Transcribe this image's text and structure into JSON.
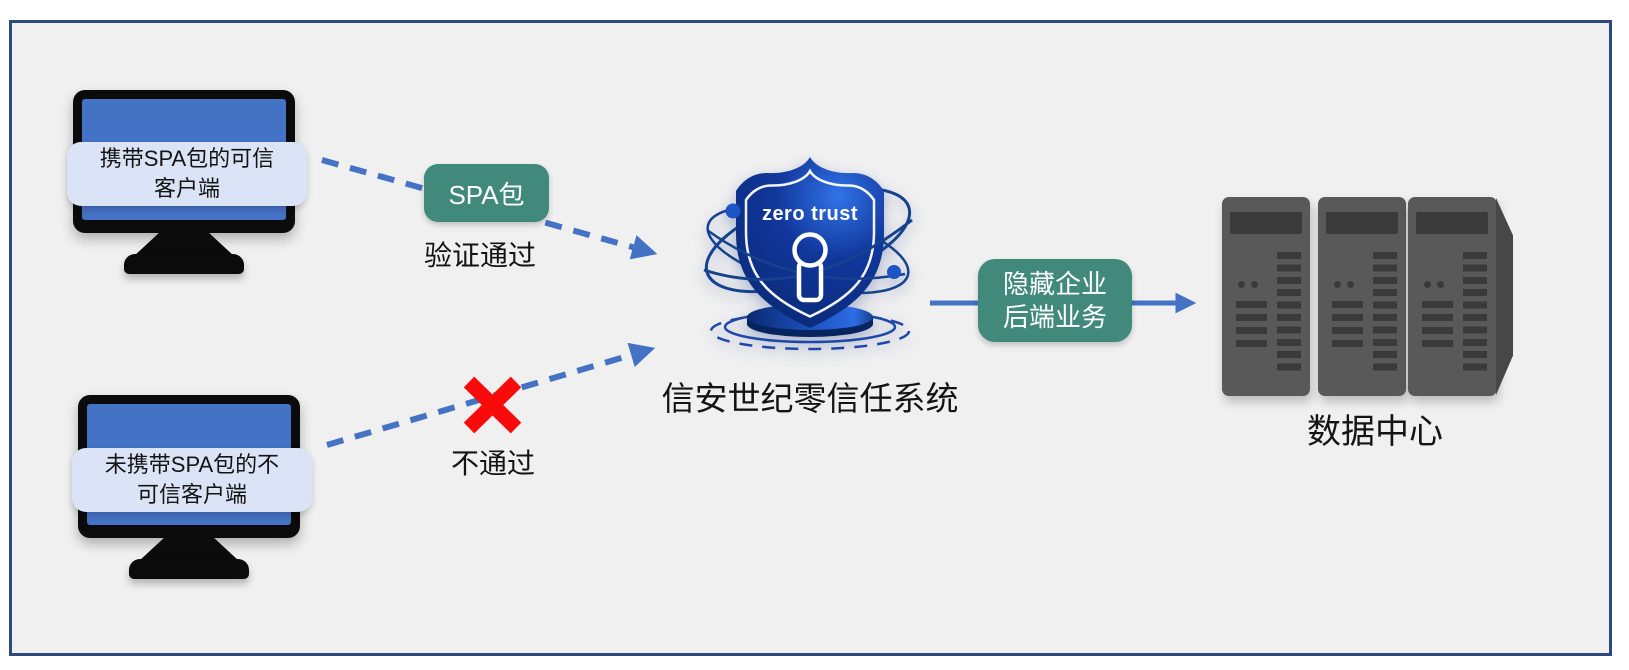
{
  "diagram": {
    "trusted_client": {
      "label_line1": "携带SPA包的可信",
      "label_line2": "客户端"
    },
    "untrusted_client": {
      "label_line1": "未携带SPA包的不",
      "label_line2": "可信客户端"
    },
    "spa_badge_label": "SPA包",
    "pass_label": "验证通过",
    "fail_label": "不通过",
    "shield_label": "zero trust",
    "system_label": "信安世纪零信任系统",
    "backend_badge": {
      "line1": "隐藏企业",
      "line2": "后端业务"
    },
    "datacenter_label": "数据中心"
  },
  "colors": {
    "frame_border": "#2e4a7d",
    "canvas_bg": "#f0f0f1",
    "arrow_blue": "#4472c4",
    "badge_green": "#41897b",
    "monitor_screen_blue": "#4472c4",
    "client_label_bg": "#dbe3f6",
    "blocked_x_red": "#f90b0b",
    "shield_blue_light": "#3173e8",
    "shield_blue_dark": "#0a2a78",
    "orbit_blue": "#16418f",
    "server_gray": "#595959",
    "server_detail_gray": "#3a3a3a",
    "text_dark": "#141414"
  }
}
